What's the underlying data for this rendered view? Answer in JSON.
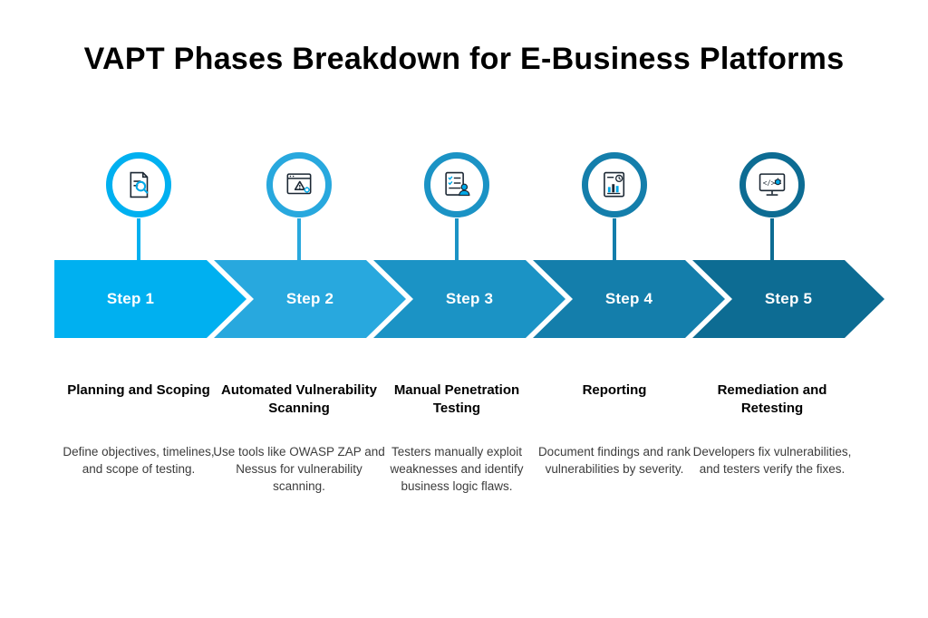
{
  "title": "VAPT Phases Breakdown for E-Business Platforms",
  "steps": [
    {
      "label": "Step 1",
      "title": "Planning and Scoping",
      "description": "Define objectives, timelines, and scope of testing.",
      "color": "#00b0f0",
      "icon": "document-magnifier-icon"
    },
    {
      "label": "Step 2",
      "title": "Automated Vulnerability Scanning",
      "description": "Use tools like OWASP ZAP and Nessus for vulnerability scanning.",
      "color": "#28a8de",
      "icon": "browser-warning-icon"
    },
    {
      "label": "Step 3",
      "title": "Manual Penetration Testing",
      "description": "Testers manually exploit weaknesses and identify business logic flaws.",
      "color": "#1b93c5",
      "icon": "checklist-person-icon"
    },
    {
      "label": "Step 4",
      "title": "Reporting",
      "description": "Document findings and rank vulnerabilities by severity.",
      "color": "#147eab",
      "icon": "report-chart-icon"
    },
    {
      "label": "Step 5",
      "title": "Remediation and Retesting",
      "description": "Developers fix vulnerabilities, and testers verify the fixes.",
      "color": "#0d6c93",
      "icon": "monitor-bug-icon"
    }
  ]
}
